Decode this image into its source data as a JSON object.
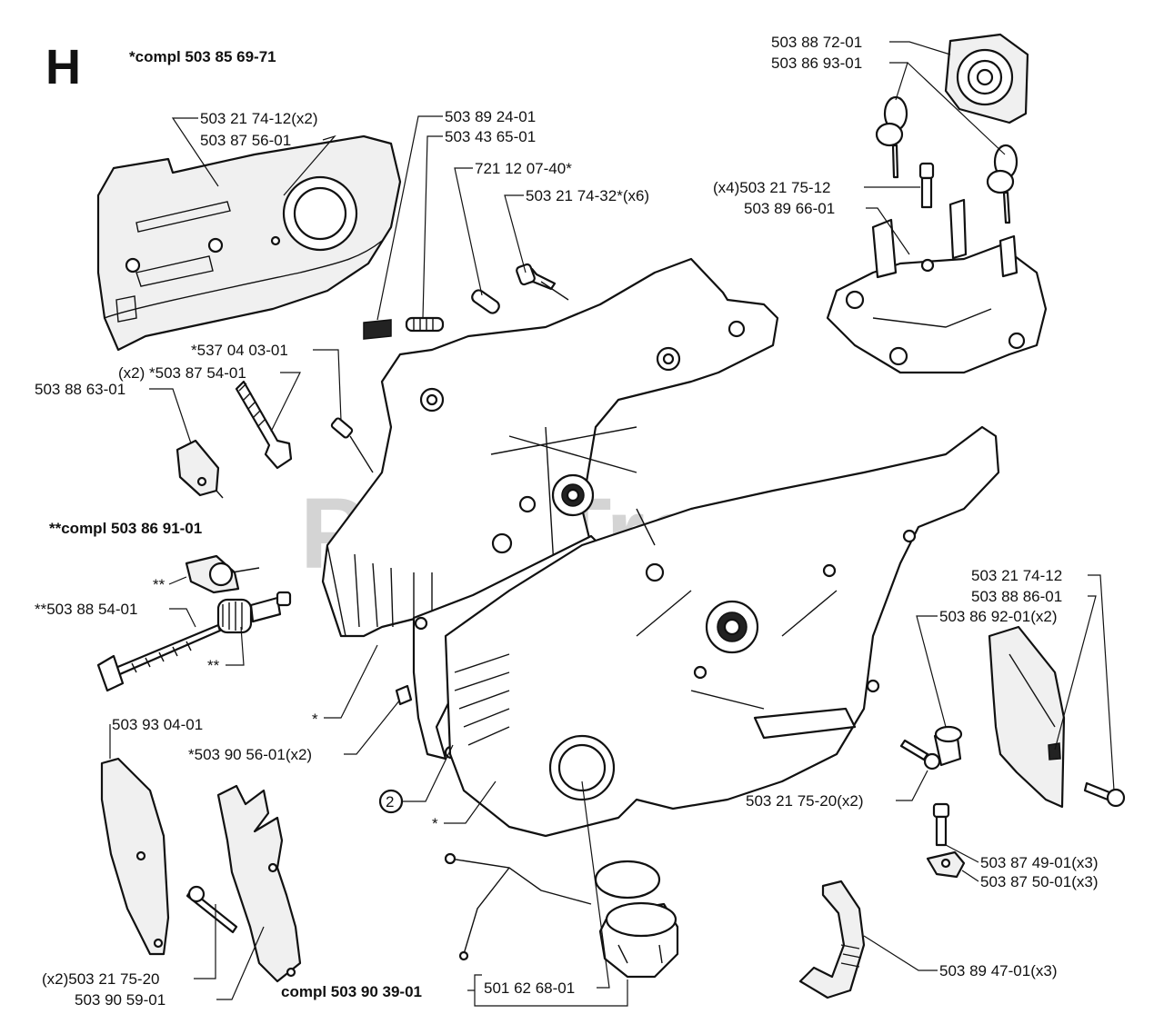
{
  "section_letter": "H",
  "watermark": "PartsTree",
  "labels": {
    "compl_503856971": "*compl 503 85 69-71",
    "compl_503869101": "**compl 503 86 91-01",
    "compl_503903901": "compl 503 90 39-01",
    "p_50321741_x2": "503 21 74-12(x2)",
    "p_50387560": "503 87 56-01",
    "p_50389240": "503 89 24-01",
    "p_50343650": "503 43 65-01",
    "p_72112074": "721 12 07-40*",
    "p_50321743_x6": "503 21 74-32*(x6)",
    "p_53704030": "*537 04 03-01",
    "p_50387540": "(x2) *503 87 54-01",
    "p_50388630": "503 88 63-01",
    "p_50388540": "**503 88 54-01",
    "p_dstar_a": "**",
    "p_dstar_b": "**",
    "p_star_a": "*",
    "p_star_b": "*",
    "p_50390560": "*503 90 56-01(x2)",
    "p_50393040": "503 93 04-01",
    "p_circle2": "2",
    "p_50321752_x2b": "(x2)503 21 75-20",
    "p_50390590": "503 90 59-01",
    "p_50162680": "501 62 68-01",
    "p_50388720": "503 88 72-01",
    "p_50386930": "503 86 93-01",
    "p_50321751_x4": "(x4)503 21 75-12",
    "p_50389660": "503 89 66-01",
    "p_50321741": "503 21 74-12",
    "p_50388860": "503 88 86-01",
    "p_50386920": "503 86 92-01(x2)",
    "p_50321752_x2": "503 21 75-20(x2)",
    "p_50387490": "503 87 49-01(x3)",
    "p_50387500": "503 87 50-01(x3)",
    "p_50389470": "503 89 47-01(x3)"
  }
}
